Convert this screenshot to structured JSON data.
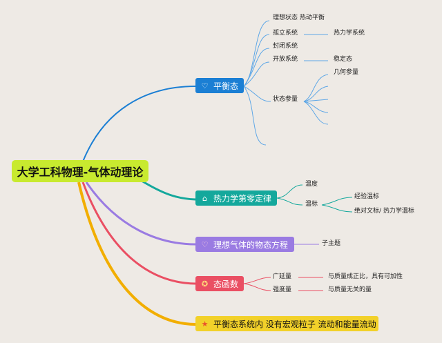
{
  "root": {
    "label": "大学工科物理-气体动理论"
  },
  "branches": {
    "pingheng": {
      "label": "平衡态",
      "icon": "heart-outline-icon",
      "color": "#1b7fd4",
      "children": {
        "lixiang": "理想状态 热动平衡",
        "guli": "孤立系统",
        "guli_sub": "热力学系统",
        "fengbi": "封闭系统",
        "kaifang": "开放系统",
        "kaifang_sub": "稳定态",
        "zhuangtai": "状态参量",
        "zhuangtai_sub": "几何参量"
      }
    },
    "ling": {
      "label": "热力学第零定律",
      "icon": "home-icon",
      "color": "#14a89c",
      "children": {
        "wendu": "温度",
        "wenbiao": "温标",
        "jingyan": "经验温标",
        "jueduei": "绝对文标/ 热力学温标"
      }
    },
    "lixiang": {
      "label": "理想气体的物态方程",
      "icon": "heart-outline-icon",
      "color": "#9a7be2",
      "children": {
        "zizhuti": "子主题"
      }
    },
    "taihan": {
      "label": "态函数",
      "icon": "badge-icon",
      "color": "#ea4f63",
      "children": {
        "guangyan": "广延量",
        "guangyan_desc": "与质量成正比，具有可加性",
        "qiangdu": "强度量",
        "qiangdu_desc": "与质量无关的量"
      }
    },
    "note": {
      "label": "平衡态系统内 没有宏观粒子 流动和能量流动",
      "icon": "star-icon",
      "color": "#f2d12a"
    }
  }
}
